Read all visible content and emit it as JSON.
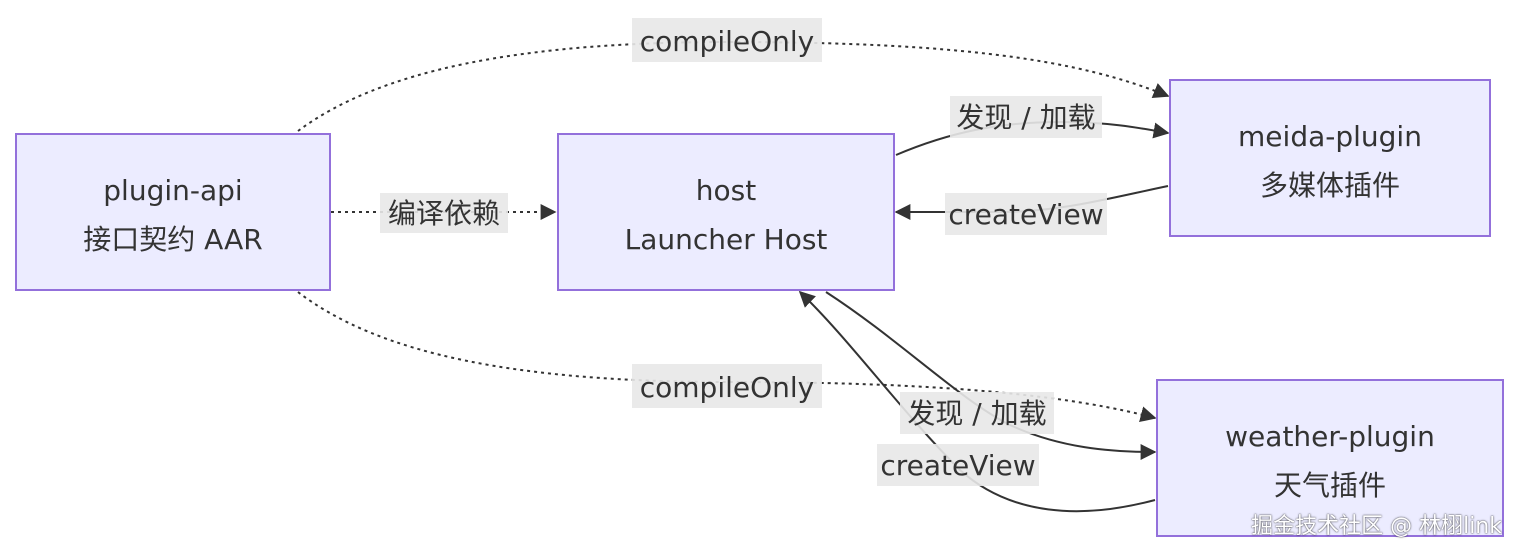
{
  "nodes": {
    "plugin_api": {
      "line1": "plugin-api",
      "line2": "接口契约 AAR"
    },
    "host": {
      "line1": "host",
      "line2": "Launcher Host"
    },
    "meida_plugin": {
      "line1": "meida-plugin",
      "line2": "多媒体插件"
    },
    "weather_plugin": {
      "line1": "weather-plugin",
      "line2": "天气插件"
    }
  },
  "edges": {
    "api_to_host": "编译依赖",
    "api_to_meida": "compileOnly",
    "api_to_weather": "compileOnly",
    "host_to_meida": "发现 / 加载",
    "meida_to_host": "createView",
    "host_to_weather": "发现 / 加载",
    "weather_to_host": "createView"
  },
  "watermark": "掘金技术社区 @ 林栩link",
  "colors": {
    "node_fill": "#ECECFF",
    "node_border": "#9370DB",
    "edge": "#333333",
    "label_bg": "#E8E8E8"
  }
}
